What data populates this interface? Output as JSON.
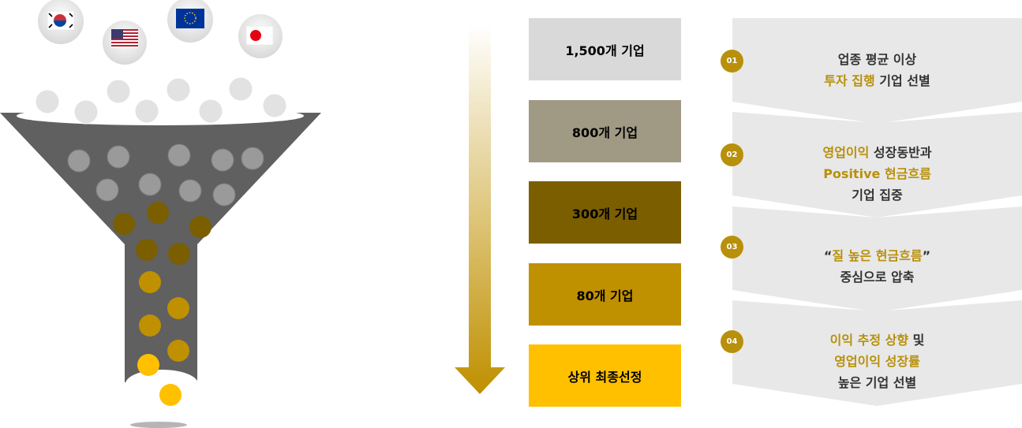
{
  "stages": [
    {
      "label": "1,500개 기업",
      "bg": "#d9d9d9",
      "fg": "#ffffff"
    },
    {
      "label": "800개 기업",
      "bg": "#a09a85",
      "fg": "#ffffff"
    },
    {
      "label": "300개 기업",
      "bg": "#7a5e00",
      "fg": "#ffffff"
    },
    {
      "label": "80개 기업",
      "bg": "#bf9000",
      "fg": "#ffffff"
    },
    {
      "label": "상위 최종선정",
      "bg": "#ffc000",
      "fg": "#ffffff"
    }
  ],
  "steps": [
    {
      "num": "01",
      "line1": "업종 평균 이상",
      "line2_hl": "투자 집행",
      "line2_rest": " 기업 선별"
    },
    {
      "num": "02",
      "line1_hl": "영업이익",
      "line1_rest": " 성장동반과",
      "line2": "Positive 현금흐름",
      "line3": "기업 집중"
    },
    {
      "num": "03",
      "line1_a": "“",
      "line1_hl": "질 높은 현금흐름",
      "line1_b": "”",
      "line2": "중심으로 압축"
    },
    {
      "num": "04",
      "line1_hl": "이익 추정 상향",
      "line1_rest": " 및",
      "line2": "영업이익 성장률",
      "line3": "높은 기업 선별"
    }
  ],
  "flags": [
    "korea-flag-icon",
    "usa-flag-icon",
    "eu-flag-icon",
    "japan-flag-icon"
  ],
  "colors": {
    "accent": "#b8900a",
    "funnel": "#606060",
    "step_bg": "#e8e8e8"
  }
}
